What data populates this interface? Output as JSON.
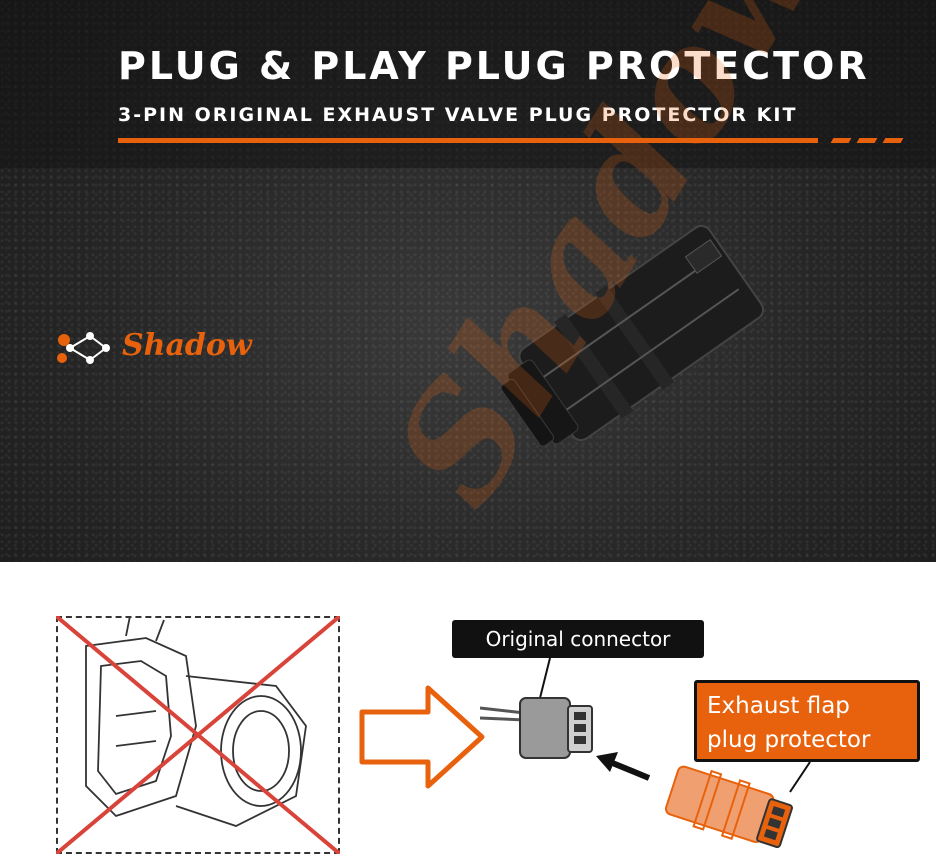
{
  "header": {
    "title": "PLUG & PLAY PLUG PROTECTOR",
    "subtitle": "3-PIN ORIGINAL EXHAUST VALVE PLUG PROTECTOR KIT"
  },
  "brand": {
    "name": "Shadow",
    "watermark": "Shadow"
  },
  "diagram": {
    "original_connector_label": "Original connector",
    "protector_label_line1": "Exhaust flap",
    "protector_label_line2": "plug protector"
  },
  "colors": {
    "accent": "#e8620d",
    "dark": "#111111",
    "cross": "#d9443a"
  }
}
